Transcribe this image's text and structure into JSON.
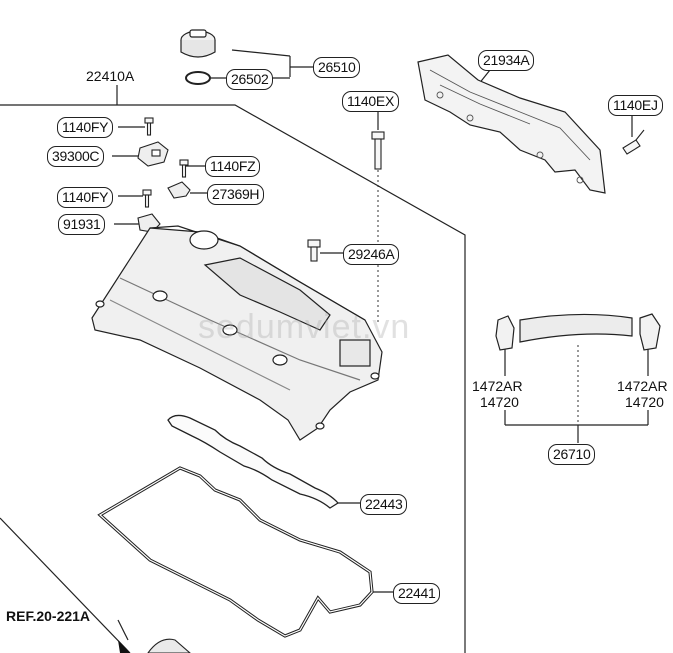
{
  "diagram": {
    "part_labels": {
      "p22410A": "22410A",
      "p26510": "26510",
      "p26502": "26502",
      "p1140EX": "1140EX",
      "p21934A": "21934A",
      "p1140EJ": "1140EJ",
      "p1140FY_top": "1140FY",
      "p39300C": "39300C",
      "p1140FZ": "1140FZ",
      "p27369H": "27369H",
      "p1140FY_mid": "1140FY",
      "p91931": "91931",
      "p29246A": "29246A",
      "p1472AR_left": "1472AR",
      "p14720_left": "14720",
      "p1472AR_right": "1472AR",
      "p14720_right": "14720",
      "p26710": "26710",
      "p22443": "22443",
      "p22441": "22441"
    },
    "reference": "REF.20-221A",
    "watermark": "sedumviet.vn"
  }
}
